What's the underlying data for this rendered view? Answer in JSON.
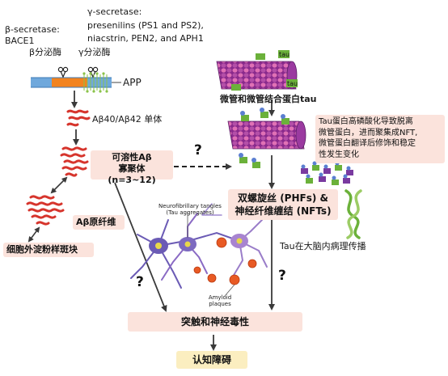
{
  "secretase": {
    "beta_title": "β-secretase:",
    "beta_name": "BACE1",
    "beta_cn": "β分泌酶",
    "gamma_title": "γ-secretase:",
    "gamma_line1": "presenilins (PS1 and PS2),",
    "gamma_line2": "niacstrin, PEN2, and APH1",
    "gamma_cn": "γ分泌酶"
  },
  "amyloid": {
    "app": "APP",
    "monomer": "Aβ40/Aβ42 单体",
    "oligomer_line1": "可溶性Aβ",
    "oligomer_line2": "寡聚体 (n=3~12)",
    "fibril": "Aβ原纤维",
    "plaque": "细胞外淀粉样斑块"
  },
  "tau": {
    "label": "tau",
    "microtubule": "微管和微管结合蛋白tau",
    "hyper_line1": "Tau蛋白高磷酸化导致脱离",
    "hyper_line2": "微管蛋白，进而聚集成NFT,",
    "hyper_line3": "微管蛋白翻译后修饰和稳定",
    "hyper_line4": "性发生变化",
    "phf_line1": "双螺旋丝 (PHFs) &",
    "phf_line2": "神经纤维缠结 (NFTs)",
    "spread": "Tau在大脑内病理传播"
  },
  "center_image": {
    "nft_line1": "Neurofibrillary tangles",
    "nft_line2": "(Tau aggregates)",
    "plaque_line1": "Amyloid",
    "plaque_line2": "plaques"
  },
  "outcomes": {
    "synaptic": "突触和神经毒性",
    "cognitive": "认知障碍"
  },
  "marks": {
    "question": "?"
  },
  "colors": {
    "membrane": "#6fa8dc",
    "app_segment": "#f2831f",
    "amyloid_red": "#d6342c",
    "tubulin_purple": "#7a2a8e",
    "tubulin_pink": "#e36fb0",
    "tau_green": "#6bb13a",
    "label_bg": "#fbe3dc",
    "cognitive_bg": "#fbeec0"
  }
}
